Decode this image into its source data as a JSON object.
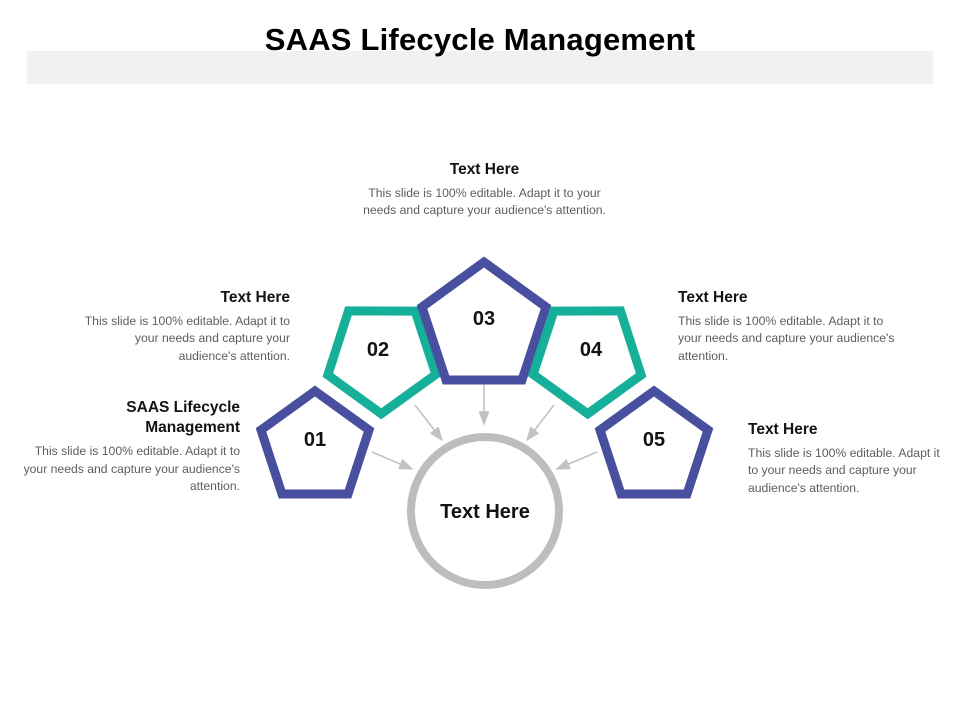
{
  "slide": {
    "title": "SAAS Lifecycle Management",
    "band_color": "#f1f1f1"
  },
  "theme": {
    "teal": "#16b09a",
    "indigo": "#474f9e",
    "circle_gray": "#bdbdbd",
    "arrow_gray": "#c2c2c2",
    "heading_color": "#131313",
    "body_color": "#5d5d5d"
  },
  "center": {
    "label": "Text Here"
  },
  "steps": [
    {
      "number": "01",
      "color_name": "indigo",
      "color": "#474f9e",
      "heading": "SAAS Lifecycle\nManagement",
      "body": "This slide is 100% editable. Adapt it to your needs and capture your audience's attention."
    },
    {
      "number": "02",
      "color_name": "teal",
      "color": "#16b09a",
      "heading": "Text Here",
      "body": "This slide is 100% editable. Adapt it to your needs and capture your audience's attention."
    },
    {
      "number": "03",
      "color_name": "indigo",
      "color": "#474f9e",
      "heading": "Text Here",
      "body": "This slide is 100% editable. Adapt it to your needs and capture your audience's attention."
    },
    {
      "number": "04",
      "color_name": "teal",
      "color": "#16b09a",
      "heading": "Text Here",
      "body": "This slide is 100% editable. Adapt it to your needs and capture your audience's attention."
    },
    {
      "number": "05",
      "color_name": "indigo",
      "color": "#474f9e",
      "heading": "Text Here",
      "body": "This slide is 100% editable. Adapt it to your needs and capture your audience's attention."
    }
  ]
}
